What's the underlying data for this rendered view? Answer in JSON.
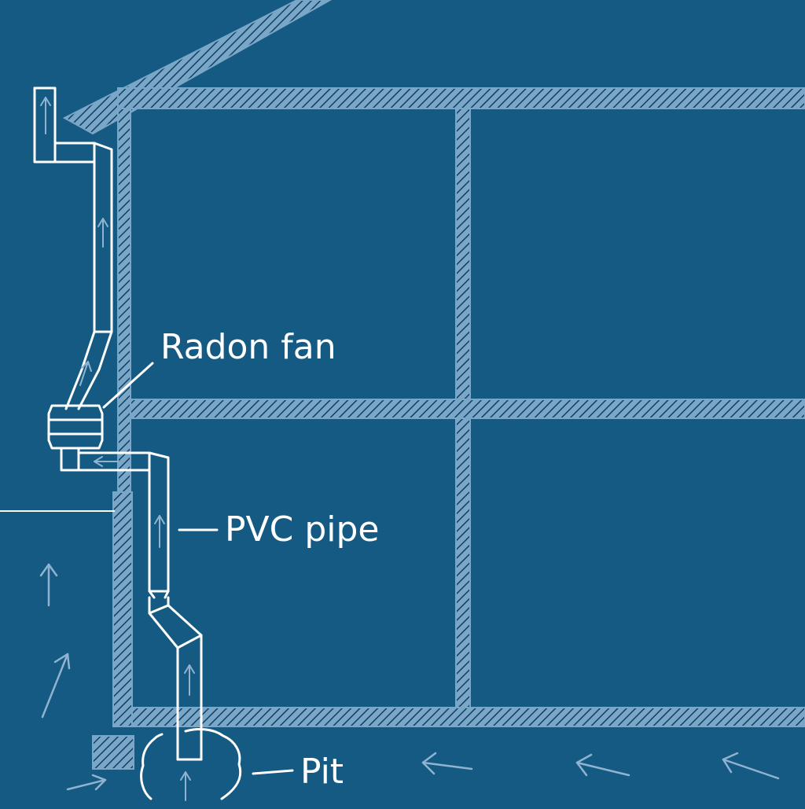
{
  "diagram": {
    "labels": {
      "radon_fan": "Radon fan",
      "pvc_pipe": "PVC pipe",
      "pit": "Pit"
    },
    "colors": {
      "background": "#155a82",
      "wall_light": "#7aa6c8",
      "wall_dark": "#0f3f63",
      "ink": "#ffffff",
      "arrow_soft": "#8fb3d1"
    }
  }
}
